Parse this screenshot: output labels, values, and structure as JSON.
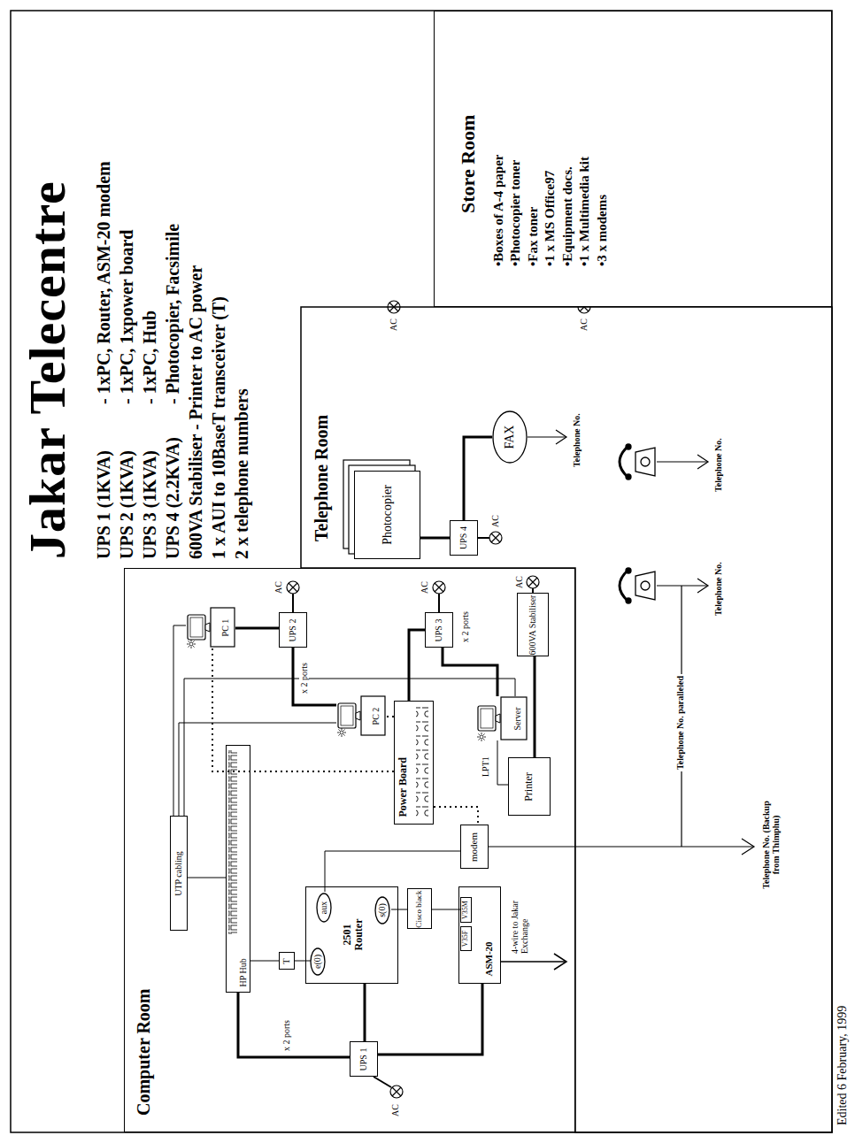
{
  "diagram": {
    "title": "Jakar Telecentre",
    "nodes": [
      {
        "text": [
          "Computer Room"
        ]
      },
      {
        "text": [
          "UTP cabling"
        ],
        "in": 0
      },
      {
        "text": [
          "HP Hub"
        ],
        "in": 0
      },
      {
        "text": [
          "UPS 1"
        ],
        "in": 0
      },
      {
        "text": [
          "T"
        ],
        "in": 0
      },
      {
        "text": [
          "2501 Router"
        ],
        "in": 0
      },
      {
        "text": [
          "e(0)"
        ],
        "in": 5
      },
      {
        "text": [
          "aux"
        ],
        "in": 5
      },
      {
        "text": [
          "s(0)"
        ],
        "in": 5
      },
      {
        "text": [
          "Cisco black"
        ],
        "in": 0
      },
      {
        "text": [
          "ASM-20"
        ],
        "in": 0
      },
      {
        "text": [
          "V35F"
        ],
        "in": 10
      },
      {
        "text": [
          "V35M"
        ],
        "in": 10
      },
      {
        "text": [
          "modem"
        ],
        "in": 0
      },
      {
        "text": [
          "Power Board"
        ],
        "in": 0
      },
      {
        "text": [
          "PC 1"
        ],
        "in": 0
      },
      {
        "text": [
          "UPS 2"
        ],
        "in": 0
      },
      {
        "text": [
          "PC 2"
        ],
        "in": 0
      },
      {
        "text": [
          "UPS 3"
        ],
        "in": 0
      },
      {
        "text": [
          "Server"
        ],
        "in": 0
      },
      {
        "text": [
          "600VA Stabiliser"
        ],
        "in": 0
      },
      {
        "text": [
          "Printer"
        ],
        "in": 0
      },
      {
        "text": [
          "Telephone Room"
        ]
      },
      {
        "text": [
          "Photocopier"
        ],
        "in": 22
      },
      {
        "text": [
          "UPS 4"
        ],
        "in": 22
      },
      {
        "text": [
          "FAX"
        ],
        "in": 22
      },
      {
        "text": [
          "Store Room",
          "•Boxes of A-4 paper",
          "•Photocopier toner",
          "•Fax toner",
          "•1 x MS Office97",
          "•Equipment docs.",
          "•1 x Multimedia kit",
          "•3 x modems"
        ]
      }
    ],
    "edges": [
      {
        "from": 3,
        "to": 2,
        "arrow": "none"
      },
      {
        "from": 3,
        "to": 5,
        "arrow": "none"
      },
      {
        "from": 3,
        "to": 10,
        "arrow": "none"
      },
      {
        "from": 2,
        "to": 1,
        "arrow": "none"
      },
      {
        "from": 1,
        "to": 15,
        "arrow": "none"
      },
      {
        "from": 1,
        "to": 17,
        "arrow": "none"
      },
      {
        "from": 1,
        "to": 19,
        "arrow": "none"
      },
      {
        "from": 6,
        "to": 4,
        "arrow": "none"
      },
      {
        "from": 4,
        "to": 2,
        "arrow": "none"
      },
      {
        "from": 8,
        "to": 9,
        "arrow": "none"
      },
      {
        "from": 9,
        "to": 12,
        "arrow": "none"
      },
      {
        "from": 7,
        "to": 13,
        "arrow": "none"
      },
      {
        "from": 16,
        "to": 15,
        "arrow": "none"
      },
      {
        "from": 16,
        "to": 17,
        "arrow": "none"
      },
      {
        "from": 18,
        "to": 19,
        "arrow": "none"
      },
      {
        "from": 18,
        "to": 14,
        "arrow": "none"
      },
      {
        "from": 14,
        "to": 13,
        "arrow": "none"
      },
      {
        "from": 14,
        "to": 15,
        "arrow": "none"
      },
      {
        "from": 14,
        "to": 17,
        "arrow": "none"
      },
      {
        "from": 19,
        "to": 21,
        "arrow": "none"
      },
      {
        "from": 20,
        "to": 21,
        "arrow": "none"
      },
      {
        "from": 23,
        "to": 24,
        "arrow": "none"
      },
      {
        "from": 24,
        "to": 25,
        "arrow": "none"
      }
    ],
    "labels": [
      "UPS 1 (1KVA)",
      "- 1xPC, Router, ASM-20 modem",
      "UPS 2 (1KVA)",
      "- 1xPC, 1xpower board",
      "UPS 3 (1KVA)",
      "- 1xPC, Hub",
      "UPS 4 (2.2KVA)",
      "- Photocopier, Facsimile",
      "600VA Stabiliser - Printer to AC power",
      "1 x AUI to 10BaseT transceiver (T)",
      "2 x telephone numbers",
      "x 2 ports",
      "x 2 ports",
      "x 2 ports",
      "LPT1",
      "4-wire to Jakar Exchange",
      "Telephone No. (Backup from Thimphu)",
      "Telephone No. paralleled",
      "Telephone No.",
      "Telephone No.",
      "Telephone No.",
      "AC",
      "AC",
      "AC",
      "AC",
      "AC",
      "AC",
      "AC",
      "Edited 6 February, 1999"
    ]
  }
}
